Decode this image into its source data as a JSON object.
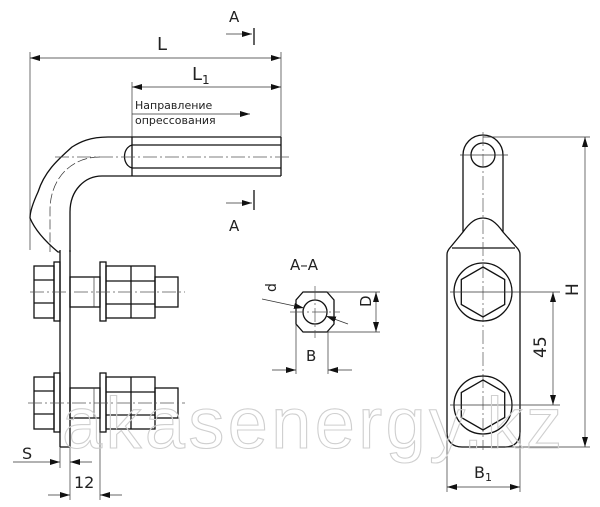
{
  "left_view": {
    "dim_L": "L",
    "dim_L1_main": "L",
    "dim_L1_sub": "1",
    "section_mark_top": "A",
    "section_mark_bottom": "A",
    "direction_line1": "Направление",
    "direction_line2": "опрессования",
    "dim_S": "S",
    "dim_12": "12"
  },
  "section_view": {
    "title": "A–A",
    "dim_d": "d",
    "dim_D": "D",
    "dim_B": "B"
  },
  "side_view": {
    "dim_H": "H",
    "dim_45": "45",
    "dim_B1_main": "B",
    "dim_B1_sub": "1"
  },
  "watermark": "akasenergy.kz"
}
